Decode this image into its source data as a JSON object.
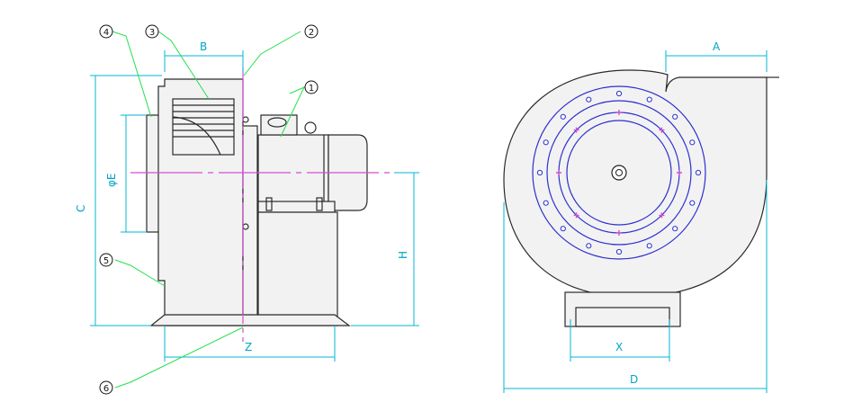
{
  "labels": {
    "a": "A",
    "b": "B",
    "c": "C",
    "d": "D",
    "h": "H",
    "x": "X",
    "z": "Z",
    "phi_e": "φE"
  },
  "callouts": {
    "c1": "1",
    "c2": "2",
    "c3": "3",
    "c4": "4",
    "c5": "5",
    "c6": "6"
  },
  "colors": {
    "dimension": "#00b7d6",
    "leader": "#22e04a",
    "centerline": "#d14fd1",
    "flange": "#2d2fcf",
    "outline": "#2a2a2a"
  }
}
